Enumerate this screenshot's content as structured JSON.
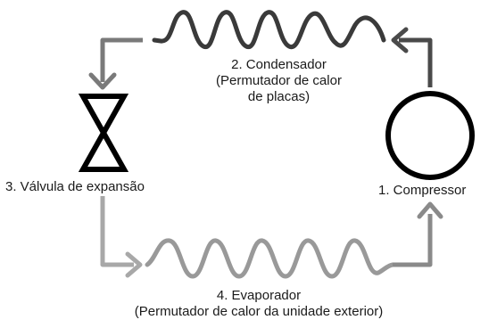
{
  "diagram": {
    "colors": {
      "dark": "#3a3a3a",
      "medium": "#7a7a7a",
      "light": "#a8a8a8",
      "black": "#000000"
    },
    "labels": {
      "condenser_line1": "2. Condensador",
      "condenser_line2": "(Permutador de calor",
      "condenser_line3": "de placas)",
      "valve": "3. Válvula de expansão",
      "compressor": "1. Compressor",
      "evaporator_line1": "4. Evaporador",
      "evaporator_line2": "(Permutador de calor da unidade exterior)"
    }
  }
}
